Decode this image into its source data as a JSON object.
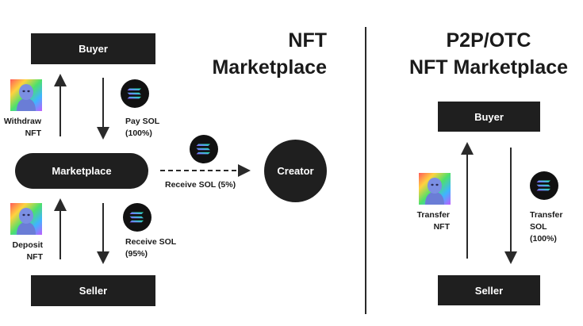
{
  "left": {
    "title_line1": "NFT",
    "title_line2": "Marketplace",
    "buyer": "Buyer",
    "seller": "Seller",
    "marketplace": "Marketplace",
    "creator": "Creator",
    "withdraw_line1": "Withdraw",
    "withdraw_line2": "NFT",
    "pay_line1": "Pay SOL",
    "pay_line2": "(100%)",
    "royalty": "Receive SOL (5%)",
    "deposit_line1": "Deposit",
    "deposit_line2": "NFT",
    "receive_line1": "Receive SOL",
    "receive_line2": "(95%)"
  },
  "right": {
    "title_line1": "P2P/OTC",
    "title_line2": "NFT Marketplace",
    "buyer": "Buyer",
    "seller": "Seller",
    "transfer_nft_line1": "Transfer",
    "transfer_nft_line2": "NFT",
    "transfer_sol_line1": "Transfer",
    "transfer_sol_line2": "SOL",
    "transfer_sol_line3": "(100%)"
  },
  "colors": {
    "box": "#1f1f1f",
    "solana_purple": "#9945FF",
    "solana_green": "#14F195"
  }
}
